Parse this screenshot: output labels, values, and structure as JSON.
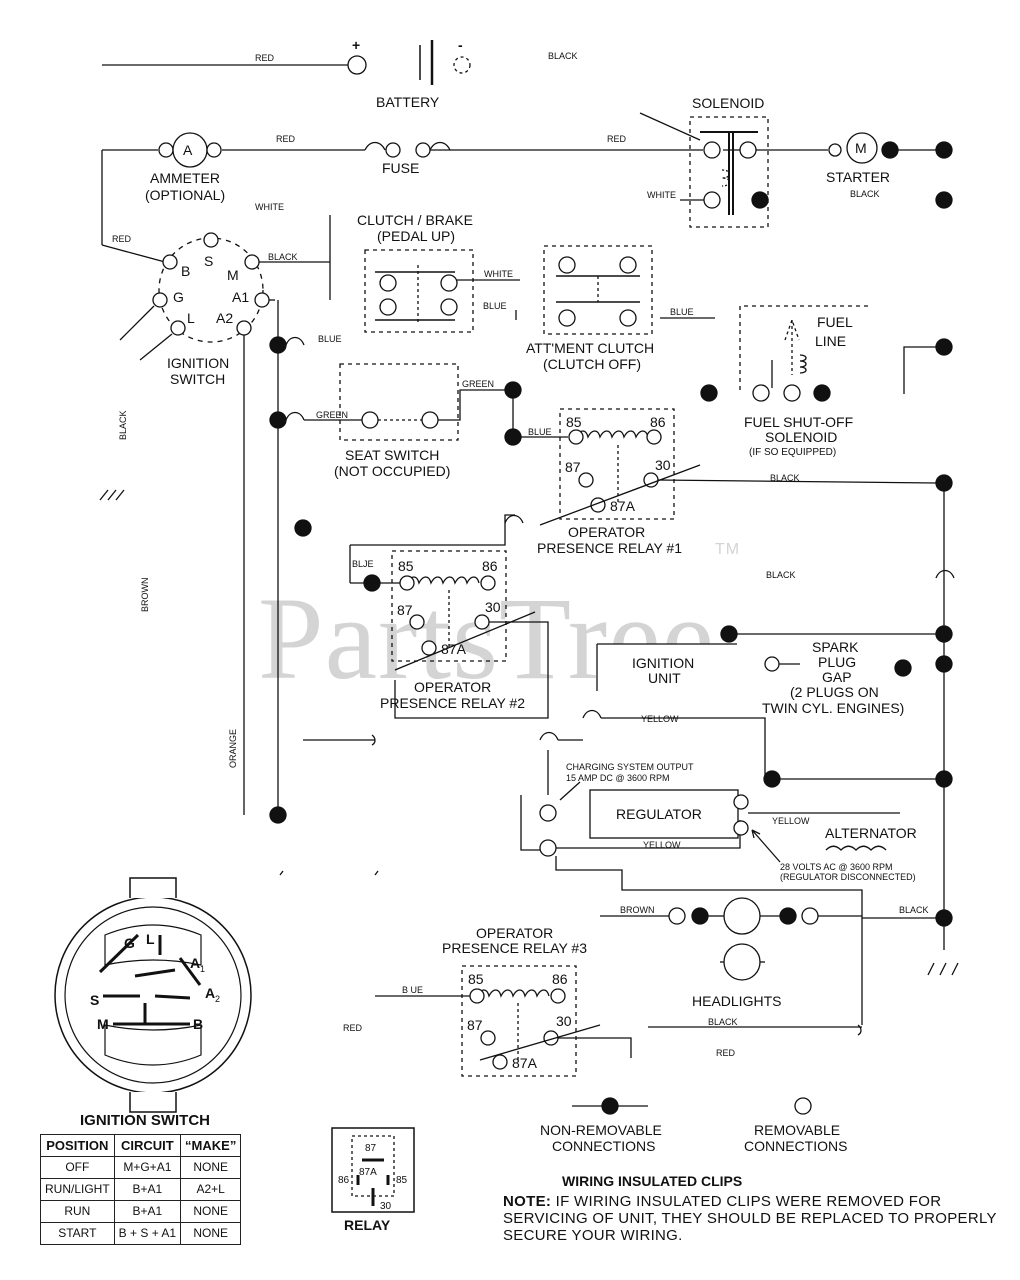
{
  "watermark": {
    "text": "PartsTree",
    "mark": "TM"
  },
  "battery": {
    "title": "BATTERY",
    "plus": "+",
    "minus": "-"
  },
  "ammeter": {
    "title": "AMMETER",
    "subtitle": "(OPTIONAL)",
    "symbol": "A"
  },
  "fuse": {
    "title": "FUSE"
  },
  "solenoid": {
    "title": "SOLENOID"
  },
  "starter": {
    "title": "STARTER",
    "symbol": "M"
  },
  "ignition_switch": {
    "title1": "IGNITION",
    "title2": "SWITCH",
    "pins": {
      "b": "B",
      "s": "S",
      "m": "M",
      "g": "G",
      "a1": "A1",
      "l": "L",
      "a2": "A2"
    }
  },
  "clutch_brake": {
    "title1": "CLUTCH / BRAKE",
    "title2": "(PEDAL UP)"
  },
  "attachment_clutch": {
    "title1": "ATT'MENT CLUTCH",
    "title2": "(CLUTCH OFF)"
  },
  "fuel_line": {
    "title1": "FUEL",
    "title2": "LINE"
  },
  "fuel_solenoid": {
    "title1": "FUEL SHUT-OFF",
    "title2": "SOLENOID",
    "title3": "(IF SO EQUIPPED)"
  },
  "seat_switch": {
    "title1": "SEAT SWITCH",
    "title2": "(NOT OCCUPIED)"
  },
  "relay1": {
    "title1": "OPERATOR",
    "title2": "PRESENCE RELAY #1"
  },
  "relay2": {
    "title1": "OPERATOR",
    "title2": "PRESENCE RELAY #2"
  },
  "relay3": {
    "title1": "OPERATOR",
    "title2": "PRESENCE RELAY #3"
  },
  "relay_pins": {
    "p85": "85",
    "p86": "86",
    "p87": "87",
    "p30": "30",
    "p87a": "87A"
  },
  "ignition_unit": {
    "title1": "IGNITION",
    "title2": "UNIT"
  },
  "spark_plug": {
    "title1": "SPARK",
    "title2": "PLUG",
    "title3": "GAP",
    "title4": "(2 PLUGS ON",
    "title5": "TWIN CYL. ENGINES)"
  },
  "charging": {
    "line1": "CHARGING SYSTEM OUTPUT",
    "line2": "15 AMP DC @ 3600 RPM"
  },
  "regulator": {
    "title": "REGULATOR"
  },
  "alternator": {
    "title": "ALTERNATOR",
    "line1": "28 VOLTS AC @ 3600 RPM",
    "line2": "(REGULATOR DISCONNECTED)"
  },
  "headlights": {
    "title": "HEADLIGHTS"
  },
  "wire_colors": {
    "red": "RED",
    "black": "BLACK",
    "white": "WHITE",
    "blue": "BLUE",
    "blue_alt": "BLJE",
    "blue_alt2": "B UE",
    "green": "GREEN",
    "brown": "BROWN",
    "orange": "ORANGE",
    "yellow": "YELLOW",
    "yellow_alt": "YELLOW",
    "black_alt": "BLACK"
  },
  "legend": {
    "non_removable1": "NON-REMOVABLE",
    "non_removable2": "CONNECTIONS",
    "removable1": "REMOVABLE",
    "removable2": "CONNECTIONS"
  },
  "relay_symbol": {
    "title": "RELAY",
    "p87": "87",
    "p87a": "87A",
    "p86": "86",
    "p85": "85",
    "p30": "30"
  },
  "ignition_table": {
    "title": "IGNITION SWITCH",
    "headers": [
      "POSITION",
      "CIRCUIT",
      "“MAKE”"
    ],
    "rows": [
      [
        "OFF",
        "M+G+A1",
        "NONE"
      ],
      [
        "RUN/LIGHT",
        "B+A1",
        "A2+L"
      ],
      [
        "RUN",
        "B+A1",
        "NONE"
      ],
      [
        "START",
        "B + S + A1",
        "NONE"
      ]
    ]
  },
  "switch_face": {
    "g": "G",
    "l": "L",
    "a1": "A",
    "a1sub": "1",
    "a2": "A",
    "a2sub": "2",
    "s": "S",
    "m": "M",
    "b": "B"
  },
  "clips": {
    "title": "WIRING INSULATED CLIPS",
    "note_label": "NOTE:",
    "note_text": " IF WIRING INSULATED CLIPS WERE REMOVED FOR SERVICING OF UNIT, THEY SHOULD BE REPLACED TO PROPERLY SECURE YOUR WIRING."
  }
}
